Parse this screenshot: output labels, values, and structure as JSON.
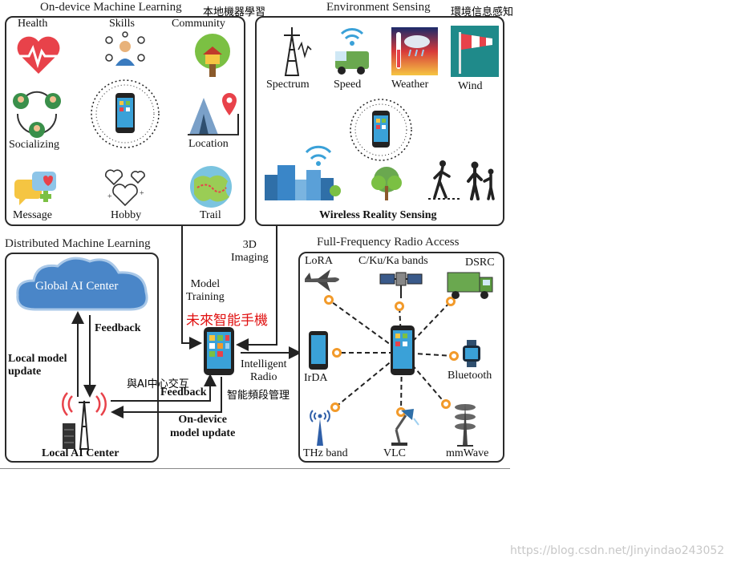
{
  "sections": {
    "ondevice": {
      "title": "On-device Machine Learning",
      "cn": "本地機器學習",
      "items": [
        "Health",
        "Skills",
        "Community",
        "Socializing",
        "Location",
        "Message",
        "Hobby",
        "Trail"
      ]
    },
    "env": {
      "title": "Environment Sensing",
      "cn": "環境信息感知",
      "items": [
        "Spectrum",
        "Speed",
        "Weather",
        "Wind"
      ],
      "footer": "Wireless Reality Sensing"
    },
    "distributed": {
      "title": "Distributed Machine Learning",
      "global": "Global AI Center",
      "feedback": "Feedback",
      "local_update_1": "Local model",
      "local_update_2": "update",
      "local_center": "Local AI Center"
    },
    "radio": {
      "title": "Full-Frequency Radio Access",
      "items": [
        "LoRA",
        "C/Ku/Ka bands",
        "DSRC",
        "IrDA",
        "Bluetooth",
        "THz band",
        "VLC",
        "mmWave"
      ]
    }
  },
  "center": {
    "imaging_1": "3D",
    "imaging_2": "Imaging",
    "training_1": "Model",
    "training_2": "Training",
    "phone_cn": "未來智能手機",
    "radio_1": "Intelligent",
    "radio_2": "Radio",
    "radio_cn": "智能頻段管理",
    "ai_cn": "與AI中心交互",
    "feedback": "Feedback",
    "update_1": "On-device",
    "update_2": "model update"
  },
  "watermark": "https://blog.csdn.net/Jinyindao243052",
  "colors": {
    "orange": "#f29a2a",
    "cloud": "#4a86c8",
    "heart": "#e8424a"
  }
}
